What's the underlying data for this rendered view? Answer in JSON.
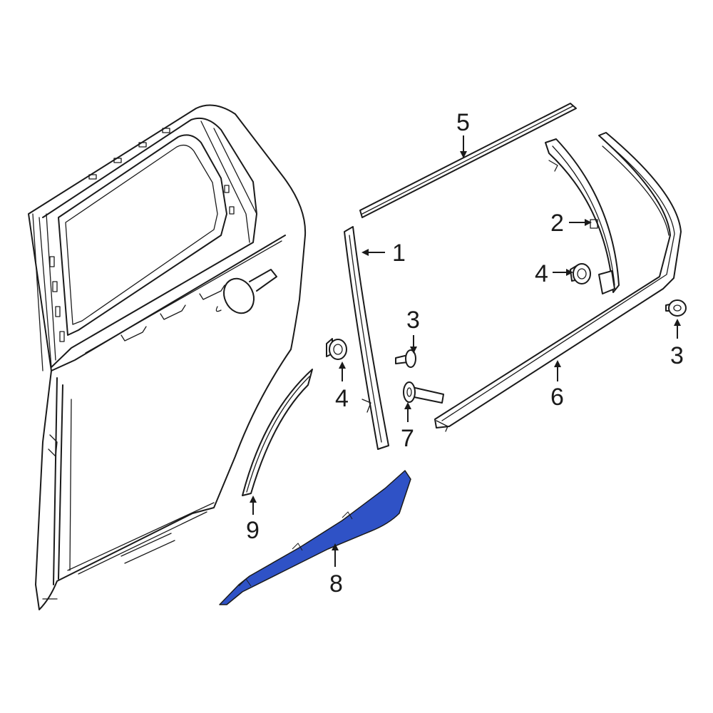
{
  "diagram": {
    "highlight_color": "#2f52c6",
    "line_color": "#1a1a1a",
    "background": "#ffffff",
    "highlighted_part": "8",
    "callouts": [
      {
        "id": "c1",
        "label": "1"
      },
      {
        "id": "c2",
        "label": "2"
      },
      {
        "id": "c3a",
        "label": "3"
      },
      {
        "id": "c3b",
        "label": "3"
      },
      {
        "id": "c4a",
        "label": "4"
      },
      {
        "id": "c4b",
        "label": "4"
      },
      {
        "id": "c5",
        "label": "5"
      },
      {
        "id": "c6",
        "label": "6"
      },
      {
        "id": "c7",
        "label": "7"
      },
      {
        "id": "c8",
        "label": "8"
      },
      {
        "id": "c9",
        "label": "9"
      }
    ]
  }
}
